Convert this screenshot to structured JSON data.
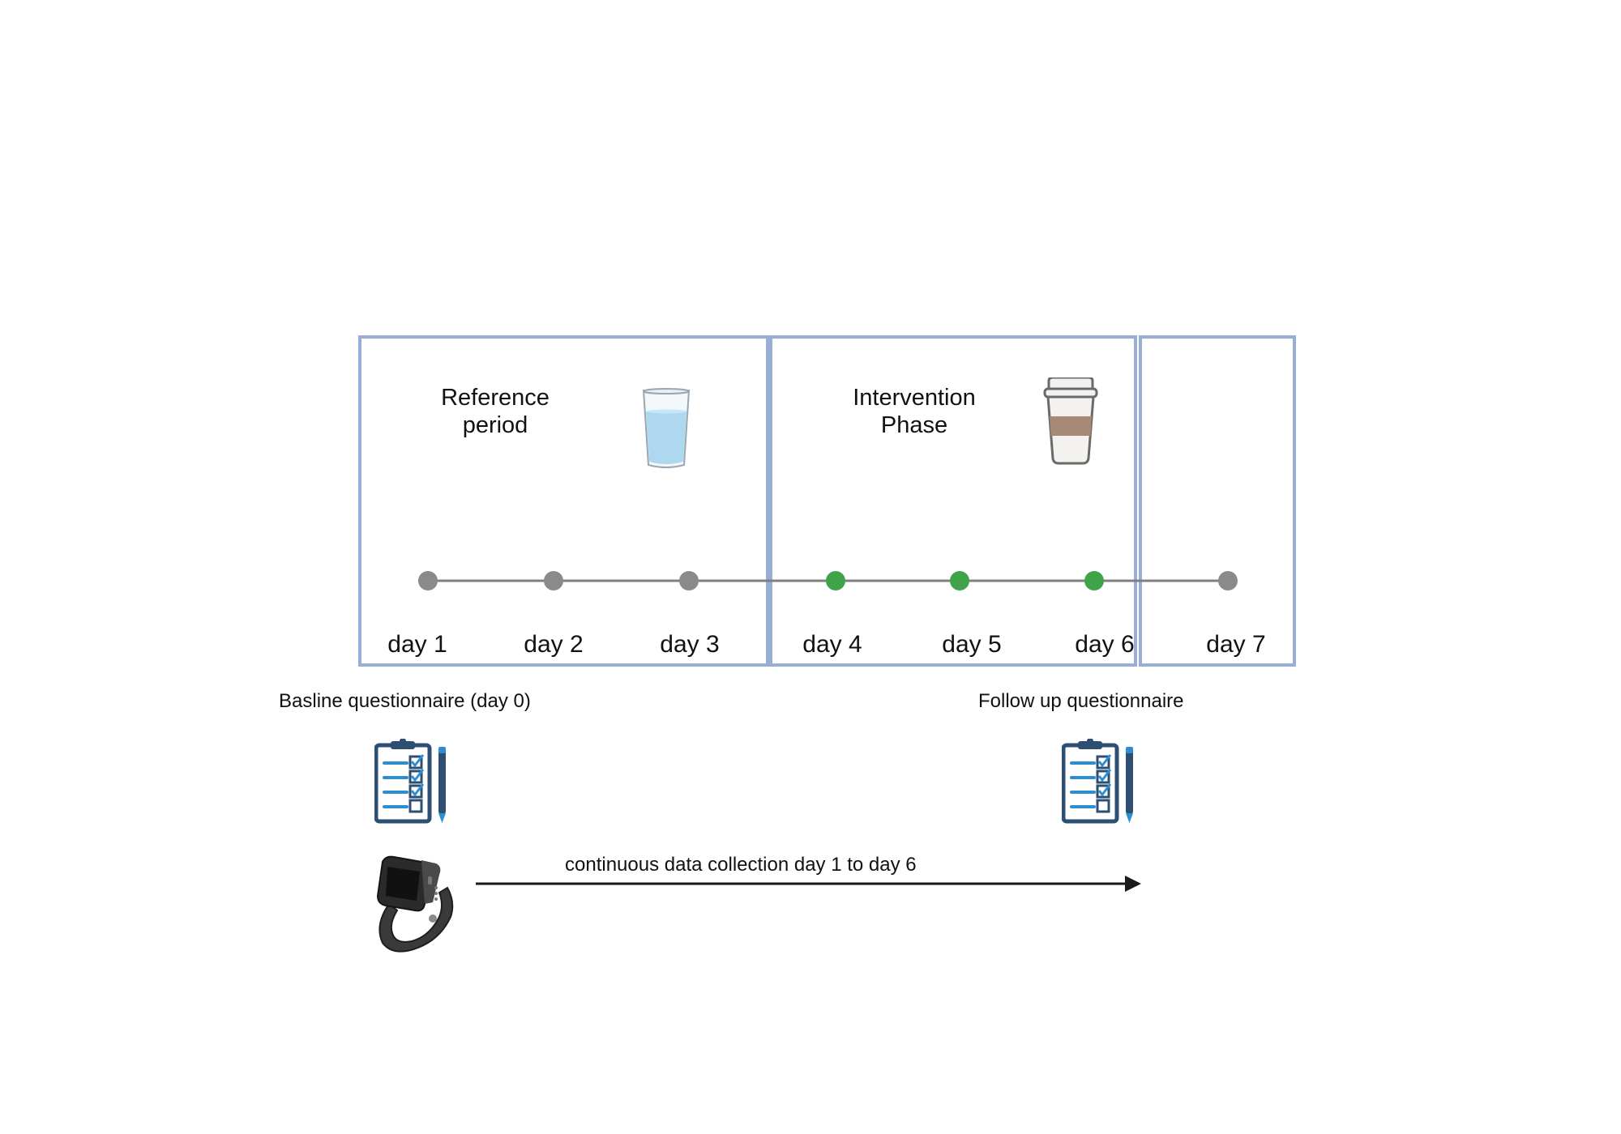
{
  "phases": {
    "reference": {
      "title": "Reference\nperiod",
      "icon": "water-glass-icon"
    },
    "intervention": {
      "title": "Intervention\nPhase",
      "icon": "coffee-cup-icon"
    },
    "followup": {
      "title": ""
    }
  },
  "days": [
    {
      "label": "day 1",
      "status": "reference"
    },
    {
      "label": "day 2",
      "status": "reference"
    },
    {
      "label": "day 3",
      "status": "reference"
    },
    {
      "label": "day 4",
      "status": "intervention"
    },
    {
      "label": "day 5",
      "status": "intervention"
    },
    {
      "label": "day 6",
      "status": "intervention"
    },
    {
      "label": "day 7",
      "status": "followup"
    }
  ],
  "questionnaires": {
    "baseline": "Basline questionnaire (day 0)",
    "followup": "Follow up questionnaire"
  },
  "data_collection": {
    "label": "continuous data collection day 1 to day 6",
    "device_icon": "smartwatch-icon"
  },
  "colors": {
    "box_border": "#98aed6",
    "timeline": "#808080",
    "dot_default": "#8a8a8a",
    "dot_intervention": "#3fa34a",
    "arrow": "#1a1a1a",
    "clipboard": "#2d4f73",
    "clipboard_accent": "#2e8fd0"
  }
}
